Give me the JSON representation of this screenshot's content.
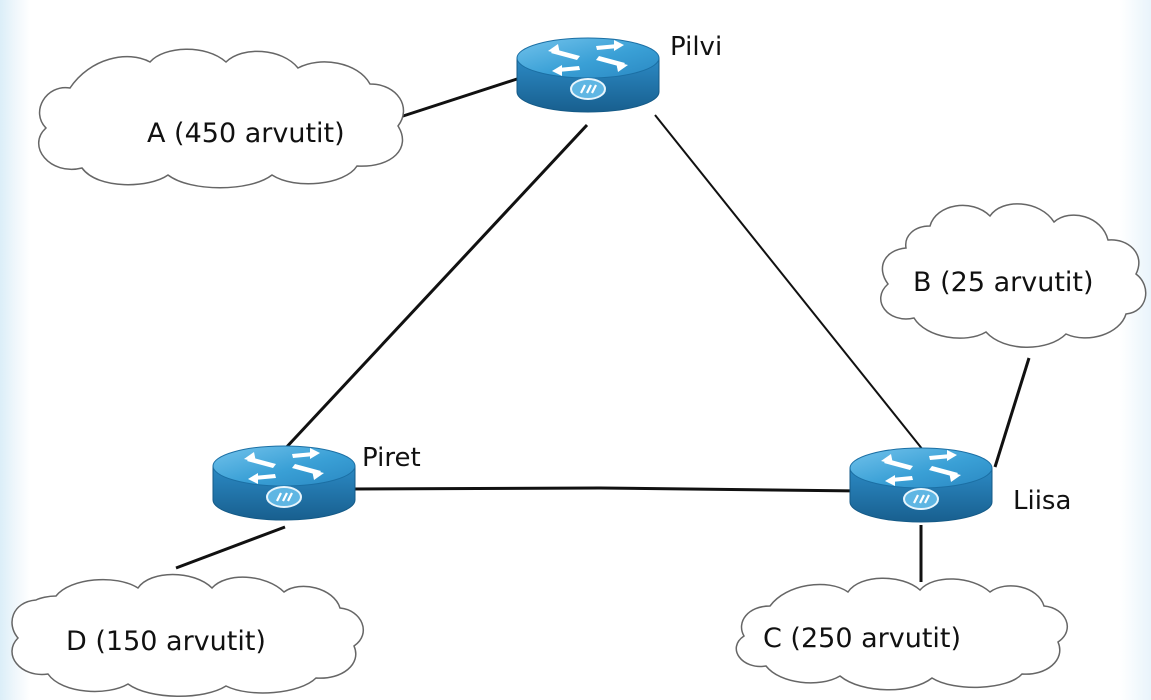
{
  "diagram": {
    "routers": {
      "pilvi": "Pilvi",
      "piret": "Piret",
      "liisa": "Liisa"
    },
    "clouds": {
      "a": "A (450 arvutit)",
      "b": "B (25 arvutit)",
      "c": "C (250 arvutit)",
      "d": "D (150 arvutit)"
    },
    "colors": {
      "router_top": "#3aa0d6",
      "router_side": "#1f78b0",
      "link": "#111111",
      "cloud_outline": "#666666"
    },
    "icons": [
      "router-icon",
      "cloud-icon"
    ]
  }
}
